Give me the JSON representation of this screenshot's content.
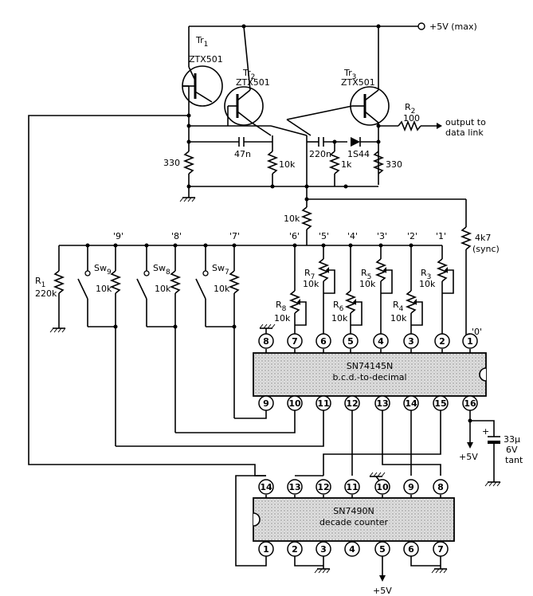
{
  "supply": {
    "label": "+5V (max)"
  },
  "transistors": [
    {
      "name": "Tr",
      "sub": "1",
      "type": "ZTX501"
    },
    {
      "name": "Tr",
      "sub": "2",
      "type": "ZTX501"
    },
    {
      "name": "Tr",
      "sub": "3",
      "type": "ZTX501"
    }
  ],
  "output": {
    "r2_name": "R",
    "r2_sub": "2",
    "r2_value": "100",
    "label_line1": "output to",
    "label_line2": "data link"
  },
  "components": {
    "r330_left": "330",
    "c47n": "47n",
    "r10k_mid": "10k",
    "c220n": "220n",
    "r1k": "1k",
    "diode": "1S44",
    "r330_right": "330",
    "r10k_bus": "10k",
    "r4k7": "4k7",
    "sync": "(sync)",
    "r1_name": "R",
    "r1_sub": "1",
    "r1_value": "220k",
    "cap_value": "33µ",
    "cap_voltage": "6V",
    "cap_type": "tant",
    "plus5v_a": "+5V",
    "plus5v_b": "+5V"
  },
  "switches": [
    {
      "name": "Sw",
      "sub": "9",
      "r": "10k"
    },
    {
      "name": "Sw",
      "sub": "8",
      "r": "10k"
    },
    {
      "name": "Sw",
      "sub": "7",
      "r": "10k"
    }
  ],
  "pots": [
    {
      "name": "R",
      "sub": "8",
      "value": "10k"
    },
    {
      "name": "R",
      "sub": "7",
      "value": "10k"
    },
    {
      "name": "R",
      "sub": "6",
      "value": "10k"
    },
    {
      "name": "R",
      "sub": "5",
      "value": "10k"
    },
    {
      "name": "R",
      "sub": "4",
      "value": "10k"
    },
    {
      "name": "R",
      "sub": "3",
      "value": "10k"
    }
  ],
  "bus_labels": [
    "'9'",
    "'8'",
    "'7'",
    "'6'",
    "'5'",
    "'4'",
    "'3'",
    "'2'",
    "'1'",
    "'0'"
  ],
  "chip1": {
    "name": "SN74145N",
    "desc": "b.c.d.-to-decimal",
    "top_pins": [
      "8",
      "7",
      "6",
      "5",
      "4",
      "3",
      "2",
      "1"
    ],
    "bottom_pins": [
      "9",
      "10",
      "11",
      "12",
      "13",
      "14",
      "15",
      "16"
    ]
  },
  "chip2": {
    "name": "SN7490N",
    "desc": "decade counter",
    "top_pins": [
      "14",
      "13",
      "12",
      "11",
      "10",
      "9",
      "8"
    ],
    "bottom_pins": [
      "1",
      "2",
      "3",
      "4",
      "5",
      "6",
      "7"
    ]
  }
}
